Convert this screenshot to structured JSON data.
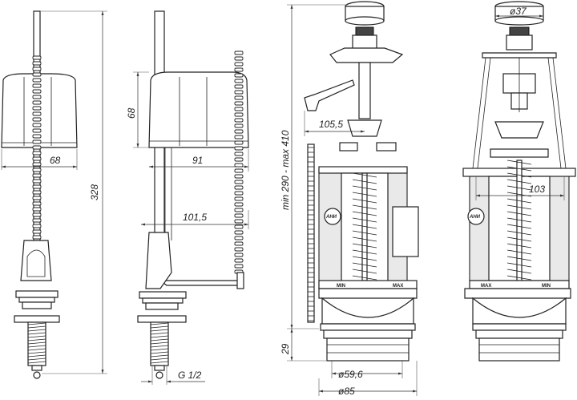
{
  "dimensions": {
    "float_valve": {
      "float_width": "68",
      "total_height": "328"
    },
    "float_valve_side": {
      "float_height": "68",
      "float_offset": "91",
      "arm_reach": "101,5",
      "thread": "G 1/2"
    },
    "flush_valve_side": {
      "height_range": "min 290 - max 410",
      "overflow_offset": "105,5",
      "thread_height": "29",
      "inner_diameter": "ø59,6",
      "outer_diameter": "ø85"
    },
    "flush_valve_front": {
      "button_diameter": "ø37",
      "cylinder_width": "103"
    }
  },
  "markings": {
    "min_label": "MIN",
    "max_label": "MAX",
    "brand_logo": "АНИ"
  }
}
